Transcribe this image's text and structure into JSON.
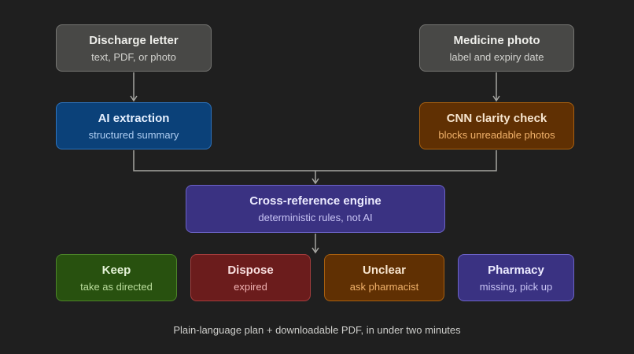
{
  "nodes": {
    "discharge": {
      "title": "Discharge letter",
      "sub": "text, PDF, or photo"
    },
    "medicine": {
      "title": "Medicine photo",
      "sub": "label and expiry date"
    },
    "ai": {
      "title": "AI extraction",
      "sub": "structured summary"
    },
    "cnn": {
      "title": "CNN clarity check",
      "sub": "blocks unreadable photos"
    },
    "engine": {
      "title": "Cross-reference engine",
      "sub": "deterministic rules, not AI"
    },
    "keep": {
      "title": "Keep",
      "sub": "take as directed"
    },
    "dispose": {
      "title": "Dispose",
      "sub": "expired"
    },
    "unclear": {
      "title": "Unclear",
      "sub": "ask pharmacist"
    },
    "pharmacy": {
      "title": "Pharmacy",
      "sub": "missing, pick up"
    }
  },
  "footer": "Plain-language plan + downloadable PDF, in under two minutes",
  "colors": {
    "background": "#1f1f1f",
    "connector": "#a5a5a1",
    "input": "#484846",
    "ai": "#0b4179",
    "cnn": "#603003",
    "engine": "#3a3282",
    "keep": "#28510f",
    "dispose": "#6b1c1c",
    "unclear": "#603003",
    "pharmacy": "#3a3282"
  }
}
